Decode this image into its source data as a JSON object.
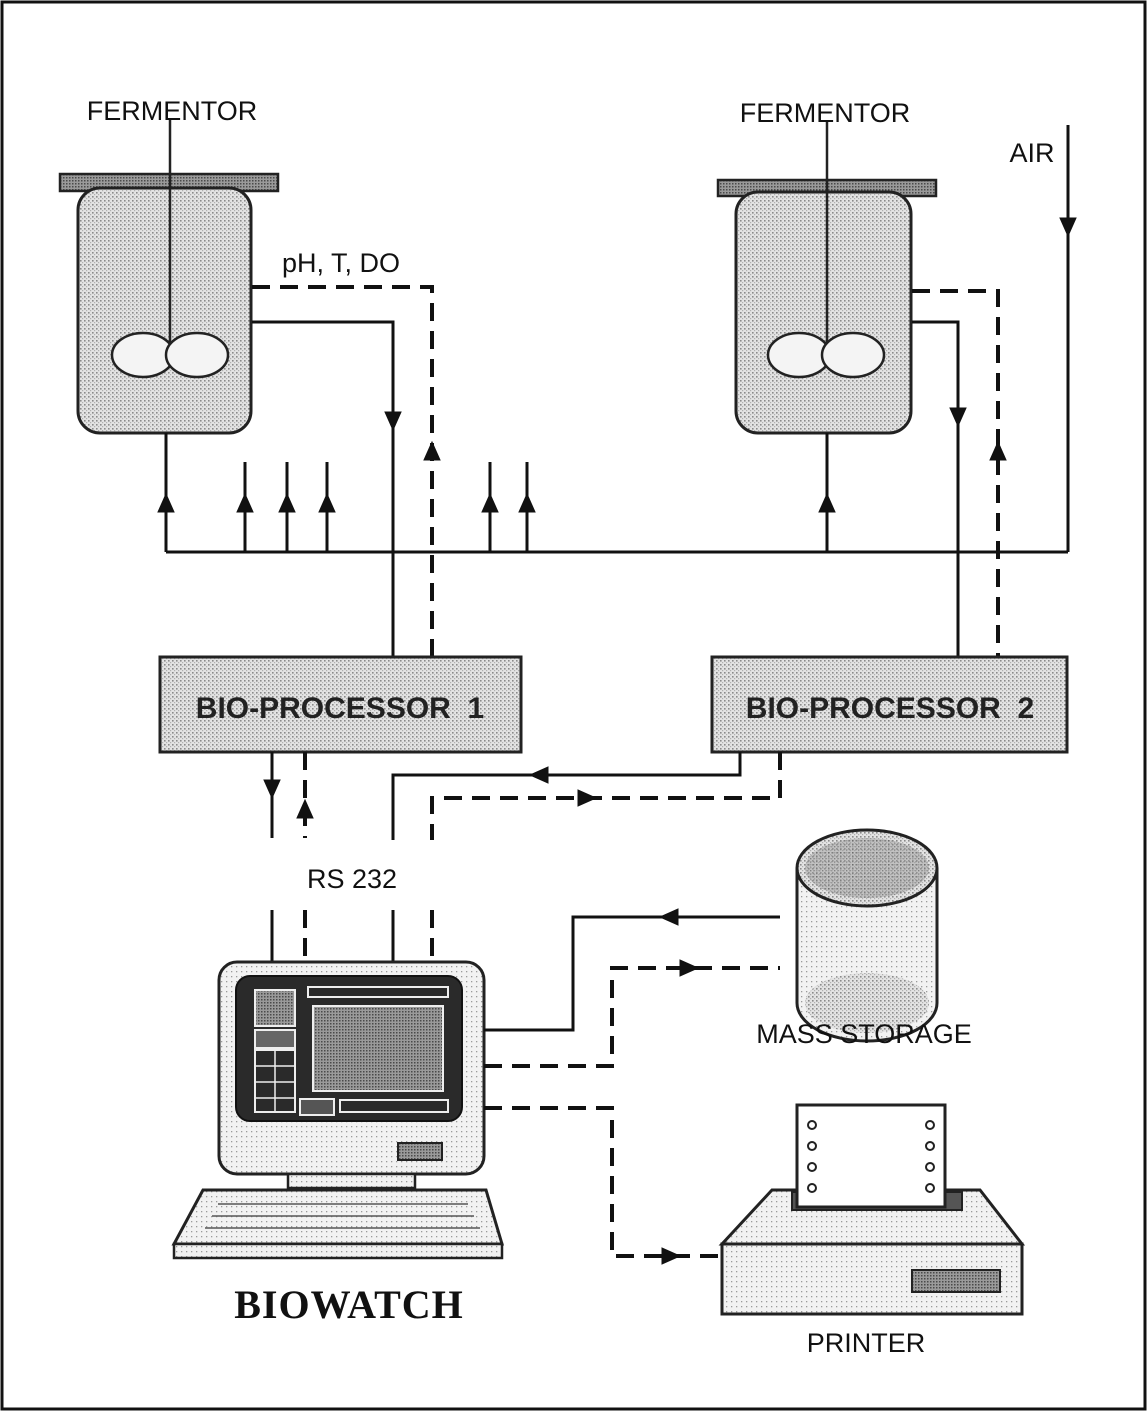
{
  "labels": {
    "fermentor_1": "FERMENTOR",
    "fermentor_2": "FERMENTOR",
    "air": "AIR",
    "sensors": "pH, T, DO",
    "bio_processor_1": "BIO-PROCESSOR  1",
    "bio_processor_2": "BIO-PROCESSOR  2",
    "rs232": "RS 232",
    "mass_storage": "MASS STORAGE",
    "printer": "PRINTER",
    "biowatch": "BIOWATCH"
  }
}
